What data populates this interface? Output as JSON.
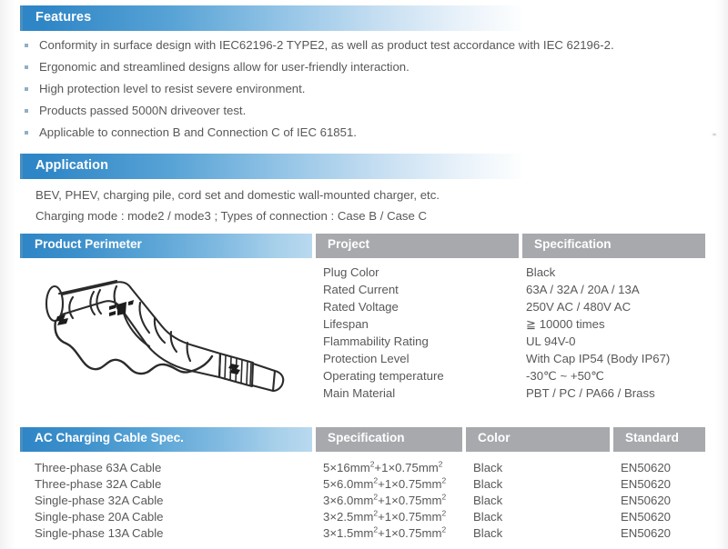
{
  "sections": {
    "features": {
      "title": "Features",
      "bullets": [
        "Conformity in surface design with IEC62196-2 TYPE2, as well as product test accordance with IEC 62196-2.",
        "Ergonomic and streamlined designs allow for user-friendly interaction.",
        "High protection level to resist severe environment.",
        "Products passed 5000N driveover test.",
        "Applicable to connection B and Connection C of IEC 61851."
      ]
    },
    "application": {
      "title": "Application",
      "lines": [
        "BEV, PHEV, charging pile, cord set and domestic wall-mounted charger, etc.",
        "Charging mode : mode2 / mode3 ; Types of connection : Case B / Case C"
      ]
    }
  },
  "product_table": {
    "headers": {
      "perimeter": "Product Perimeter",
      "project": "Project",
      "specification": "Specification"
    },
    "image_alt": "ev-charging-connector-line-art",
    "rows": [
      {
        "project": "Plug Color",
        "specification": "Black"
      },
      {
        "project": "Rated Current",
        "specification": "63A / 32A / 20A / 13A"
      },
      {
        "project": "Rated Voltage",
        "specification": "250V AC / 480V AC"
      },
      {
        "project": "Lifespan",
        "specification": "≧ 10000 times"
      },
      {
        "project": "Flammability Rating",
        "specification": "UL 94V-0"
      },
      {
        "project": "Protection Level",
        "specification": "With Cap IP54 (Body IP67)"
      },
      {
        "project": "Operating temperature",
        "specification": "-30℃ ~ +50℃"
      },
      {
        "project": "Main Material",
        "specification": "PBT / PC / PA66 / Brass"
      }
    ]
  },
  "cable_table": {
    "headers": {
      "name": "AC Charging Cable Spec.",
      "specification": "Specification",
      "color": "Color",
      "standard": "Standard"
    },
    "rows": [
      {
        "name": "Three-phase 63A Cable",
        "spec_a": "5×16mm",
        "spec_b": "+1×0.75mm",
        "color": "Black",
        "standard": "EN50620"
      },
      {
        "name": "Three-phase 32A Cable",
        "spec_a": "5×6.0mm",
        "spec_b": "+1×0.75mm",
        "color": "Black",
        "standard": "EN50620"
      },
      {
        "name": "Single-phase 32A Cable",
        "spec_a": "3×6.0mm",
        "spec_b": "+1×0.75mm",
        "color": "Black",
        "standard": "EN50620"
      },
      {
        "name": "Single-phase 20A Cable",
        "spec_a": "3×2.5mm",
        "spec_b": "+1×0.75mm",
        "color": "Black",
        "standard": "EN50620"
      },
      {
        "name": "Single-phase 13A Cable",
        "spec_a": "3×1.5mm",
        "spec_b": "+1×0.75mm",
        "color": "Black",
        "standard": "EN50620"
      }
    ],
    "superscript": "2"
  },
  "colors": {
    "accent_blue": "#2f86c6",
    "bar_blue": "#4a8fc0",
    "header_gray": "#a8a9ad",
    "body_text": "#58585b",
    "bullet": "#8fb0c6"
  }
}
